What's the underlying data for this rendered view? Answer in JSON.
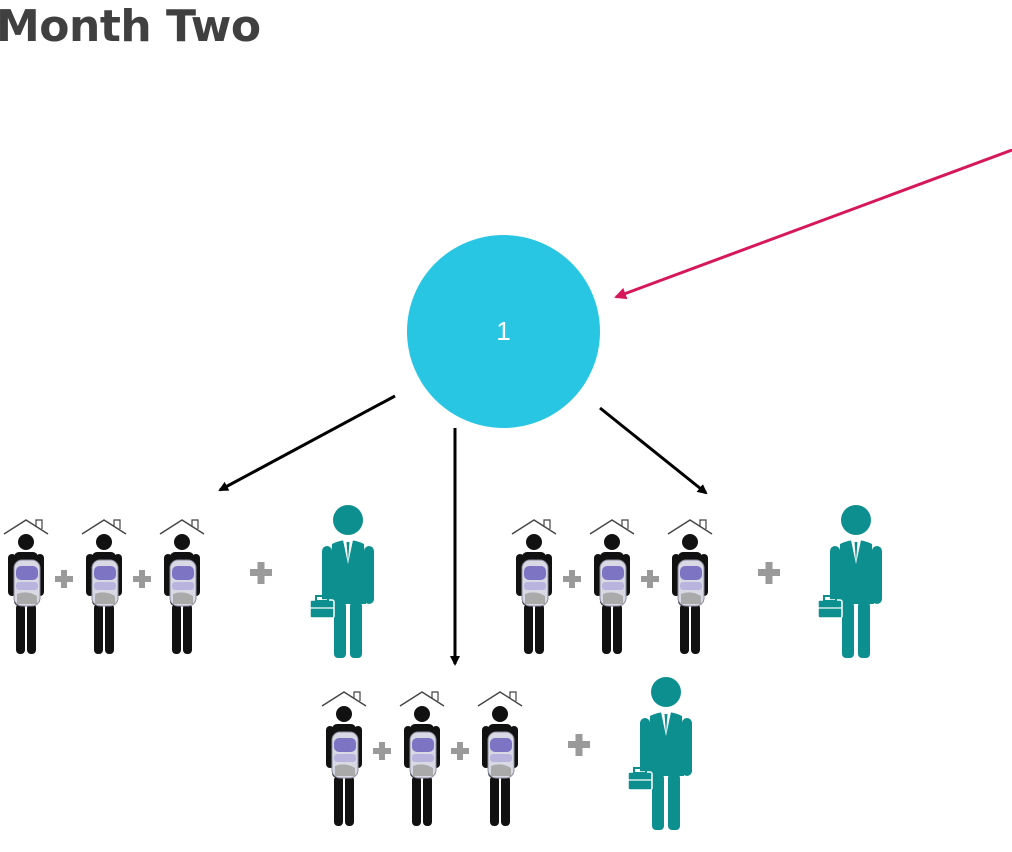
{
  "title": "Month Two",
  "root": {
    "label": "1"
  },
  "groups": [
    {
      "partners": 3,
      "recruits": 1
    },
    {
      "partners": 3,
      "recruits": 1
    },
    {
      "partners": 3,
      "recruits": 1
    }
  ],
  "colors": {
    "title": "#404040",
    "node": "#29C6E3",
    "highlight_arrow": "#D6185A",
    "arrow": "#000000",
    "business_person": "#0E8F8F",
    "plus_sign": "#9A9A9A"
  },
  "icons": [
    "house-roof-icon",
    "person-icon",
    "water-purifier-icon",
    "plus-icon",
    "businessman-icon",
    "briefcase-icon"
  ]
}
